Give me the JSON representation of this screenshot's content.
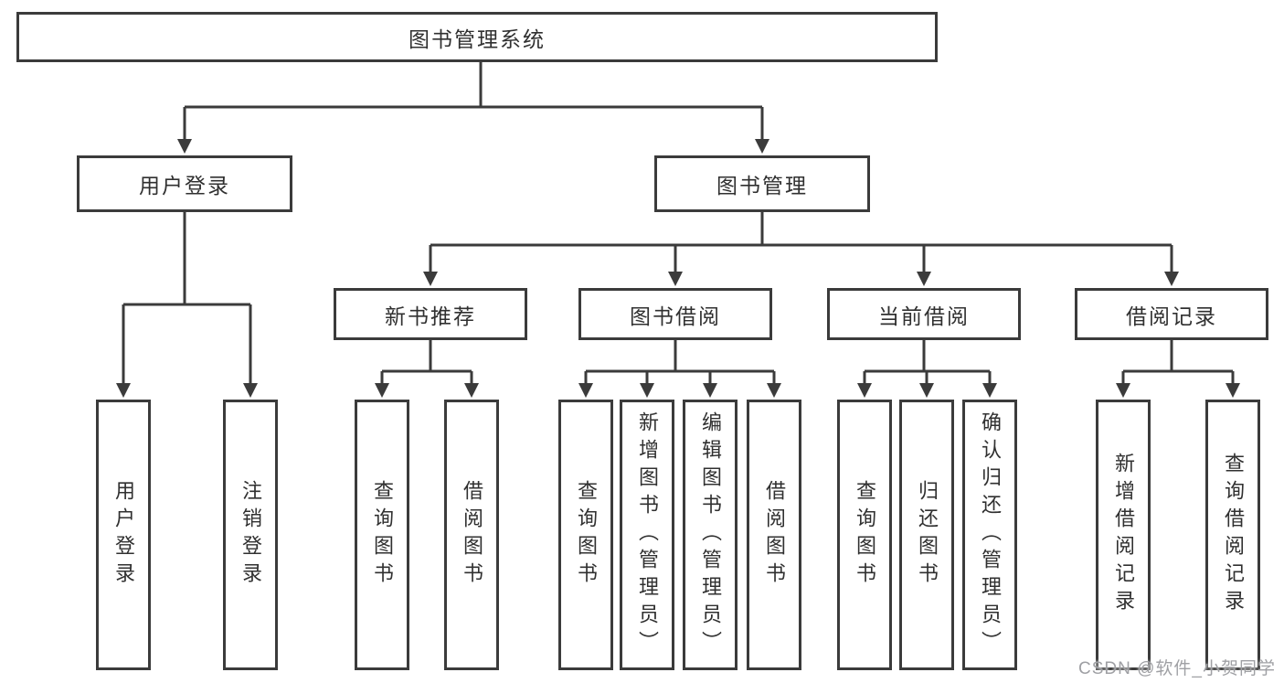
{
  "diagram": {
    "root": {
      "label": "图书管理系统",
      "children": [
        {
          "label": "用户登录",
          "children": [
            {
              "label": "用户登录"
            },
            {
              "label": "注销登录"
            }
          ]
        },
        {
          "label": "图书管理",
          "children": [
            {
              "label": "新书推荐",
              "children": [
                {
                  "label": "查询图书"
                },
                {
                  "label": "借阅图书"
                }
              ]
            },
            {
              "label": "图书借阅",
              "children": [
                {
                  "label": "查询图书"
                },
                {
                  "label": "新增图书（管理员）"
                },
                {
                  "label": "编辑图书（管理员）"
                },
                {
                  "label": "借阅图书"
                }
              ]
            },
            {
              "label": "当前借阅",
              "children": [
                {
                  "label": "查询图书"
                },
                {
                  "label": "归还图书"
                },
                {
                  "label": "确认归还（管理员）"
                }
              ]
            },
            {
              "label": "借阅记录",
              "children": [
                {
                  "label": "新增借阅记录"
                },
                {
                  "label": "查询借阅记录"
                }
              ]
            }
          ]
        }
      ]
    }
  },
  "watermark": "CSDN @软件_小贺同学",
  "colors": {
    "line": "#3b3b3b",
    "text": "#303030",
    "watermark": "#9fa0a4",
    "background": "#ffffff"
  }
}
